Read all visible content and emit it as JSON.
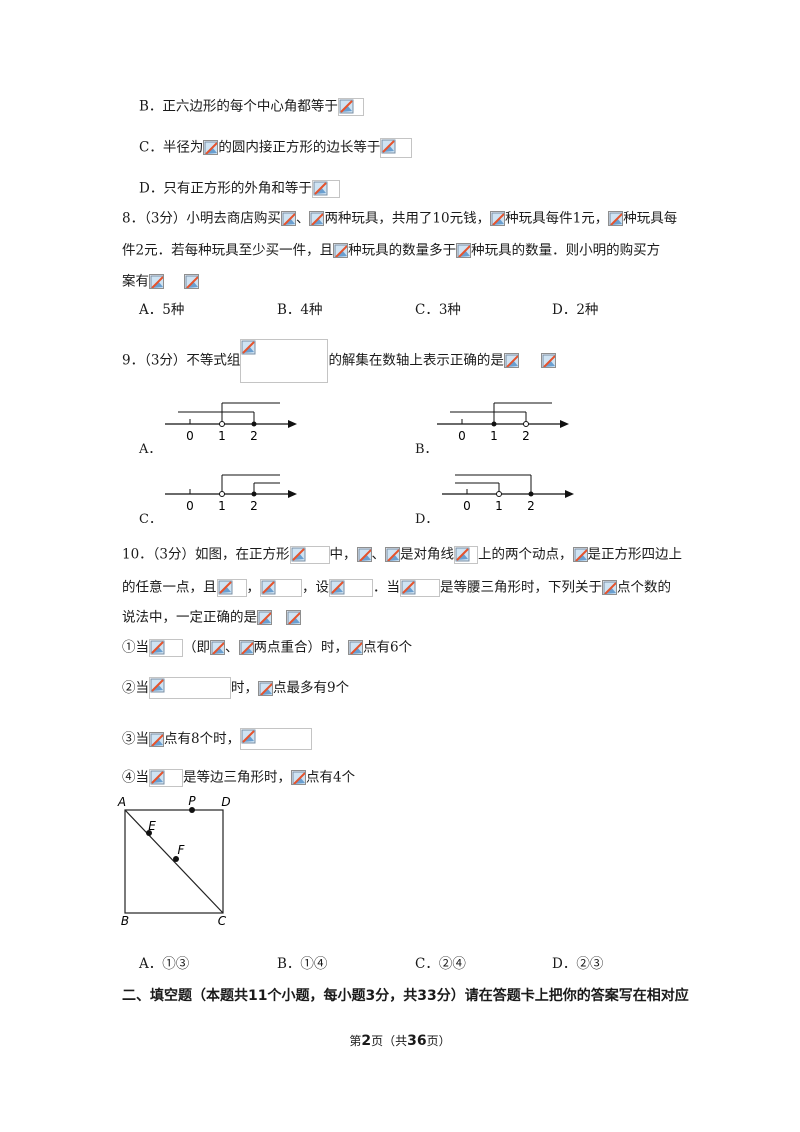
{
  "q7": {
    "optB": "B．正六边形的每个中心角都等于",
    "optC_1": "C．半径为",
    "optC_2": "的圆内接正方形的边长等于",
    "optD": "D．只有正方形的外角和等于"
  },
  "q8": {
    "l1_a": "8．（3分）小明去商店购买",
    "l1_b": "、",
    "l1_c": "两种玩具，共用了10元钱，",
    "l1_d": "种玩具每件1元，",
    "l1_e": "种玩具每",
    "l2_a": "件2元．若每种玩具至少买一件，且",
    "l2_b": "种玩具的数量多于",
    "l2_c": "种玩具的数量．则小明的购买方",
    "l3_a": "案有",
    "choices": [
      "A．5种",
      "B．4种",
      "C．3种",
      "D．2种"
    ]
  },
  "q9": {
    "a": "9．（3分）不等式组",
    "b": "的解集在数轴上表示正确的是",
    "labels": [
      "A．",
      "B．",
      "C．",
      "D．"
    ],
    "ticks": [
      "0",
      "1",
      "2"
    ]
  },
  "q10": {
    "l1_a": "10．（3分）如图，在正方形",
    "l1_b": "中，",
    "l1_c": "、",
    "l1_d": "是对角线",
    "l1_e": "上的两个动点，",
    "l1_f": "是正方形四边上",
    "l2_a": "的任意一点，且",
    "l2_b": "，",
    "l2_c": "，设",
    "l2_d": "．当",
    "l2_e": "是等腰三角形时，下列关于",
    "l2_f": "点个数的",
    "l3_a": "说法中，一定正确的是",
    "s1_a": "①当",
    "s1_b": "（即",
    "s1_c": "、",
    "s1_d": "两点重合）时，",
    "s1_e": "点有6个",
    "s2_a": "②当",
    "s2_b": "时，",
    "s2_c": "点最多有9个",
    "s3_a": "③当",
    "s3_b": "点有8个时，",
    "s4_a": "④当",
    "s4_b": "是等边三角形时，",
    "s4_c": "点有4个",
    "fig": {
      "A": "A",
      "P": "P",
      "D": "D",
      "E": "E",
      "F": "F",
      "B": "B",
      "C": "C"
    },
    "choices": [
      "A．①③",
      "B．①④",
      "C．②④",
      "D．②③"
    ]
  },
  "section2": "二、填空题（本题共11个小题，每小题3分，共33分）请在答题卡上把你的答案写在相对应",
  "footer": {
    "pre": "第",
    "page": "2",
    "mid": "页（共",
    "total": "36",
    "post": "页）"
  }
}
